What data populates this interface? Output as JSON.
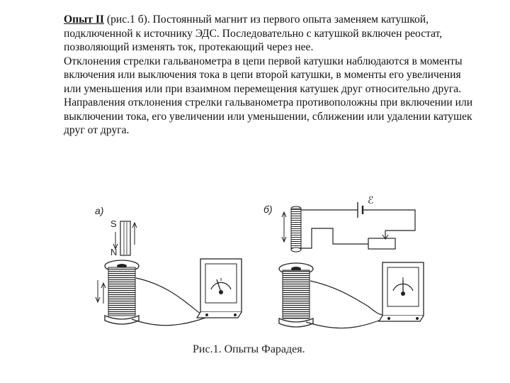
{
  "paragraph1": {
    "lead": "Опыт II",
    "rest": " (рис.1 б). Постоянный магнит из первого опыта заменяем катушкой, подключенной к источнику ЭДС. Последовательно с катушкой включен реостат, позволяющий изменять ток, протекающий через нее."
  },
  "paragraph2": "Отклонения стрелки гальванометра в цепи первой катушки наблюдаются в моменты включения или выключения тока в цепи второй катушки, в моменты его увеличения или уменьшения или при взаимном перемещения катушек друг относительно друга. Направления отклонения стрелки гальванометра противоположны при включении или выключении тока, его увеличении или уменьшении, сближении или удалении катушек друг от друга.",
  "figure": {
    "label_a": "а)",
    "label_b": "б)",
    "pole_s": "S",
    "pole_n": "N",
    "emf_label": "ℰ"
  },
  "caption": "Рис.1. Опыты Фарадея."
}
